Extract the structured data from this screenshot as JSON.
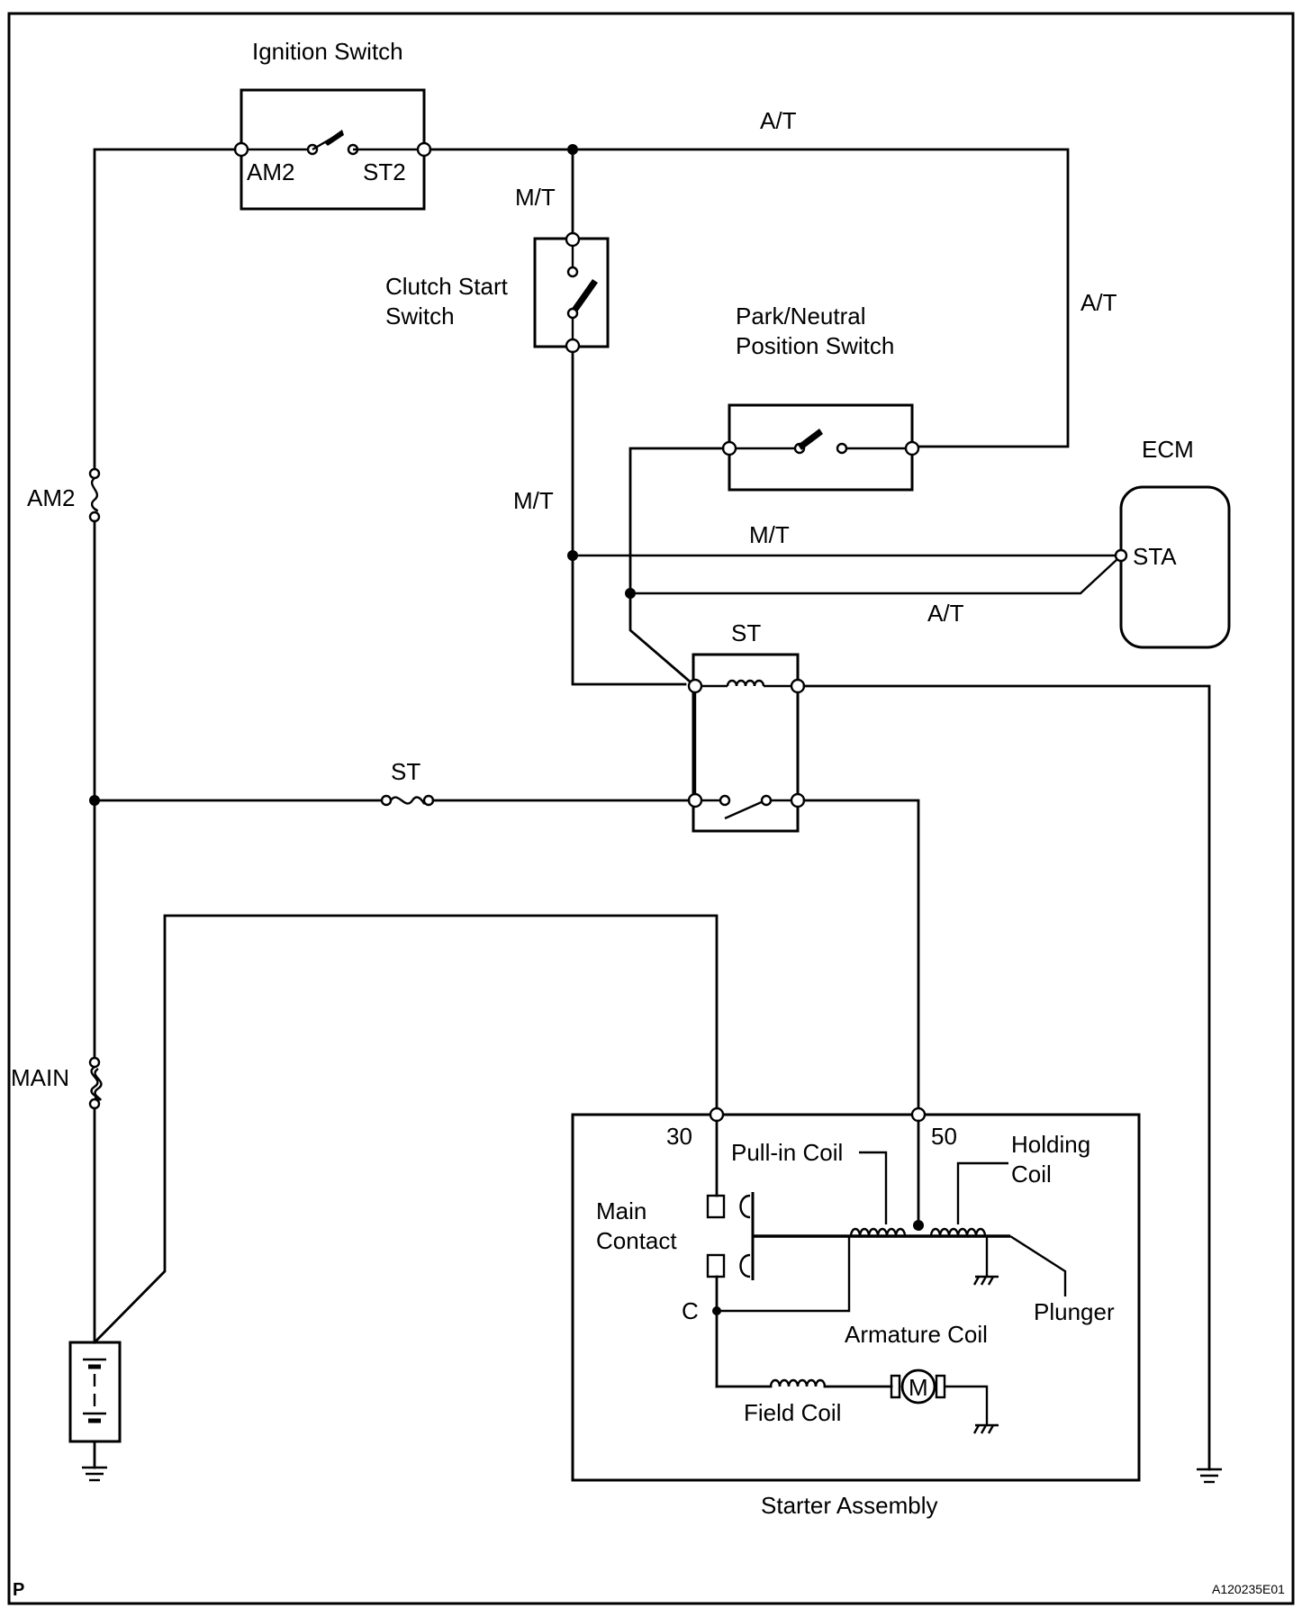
{
  "labels": {
    "ignition_switch": "Ignition Switch",
    "am2_terminal": "AM2",
    "st2_terminal": "ST2",
    "at_top": "A/T",
    "at_right": "A/T",
    "at_ecm": "A/T",
    "mt_upper": "M/T",
    "mt_lower": "M/T",
    "mt_ecm": "M/T",
    "clutch_start_switch_line1": "Clutch Start",
    "clutch_start_switch_line2": "Switch",
    "park_neutral_line1": "Park/Neutral",
    "park_neutral_line2": "Position Switch",
    "ecm": "ECM",
    "sta": "STA",
    "st_relay": "ST",
    "st_fuse": "ST",
    "am2_fuse": "AM2",
    "main_fuse": "MAIN",
    "terminal_30": "30",
    "terminal_50": "50",
    "terminal_c": "C",
    "pull_in_coil": "Pull-in Coil",
    "holding_coil_line1": "Holding",
    "holding_coil_line2": "Coil",
    "main_contact_line1": "Main",
    "main_contact_line2": "Contact",
    "plunger": "Plunger",
    "armature_coil": "Armature Coil",
    "field_coil": "Field Coil",
    "motor": "M",
    "starter_assembly": "Starter Assembly",
    "corner_p": "P",
    "figure_code": "A120235E01"
  }
}
